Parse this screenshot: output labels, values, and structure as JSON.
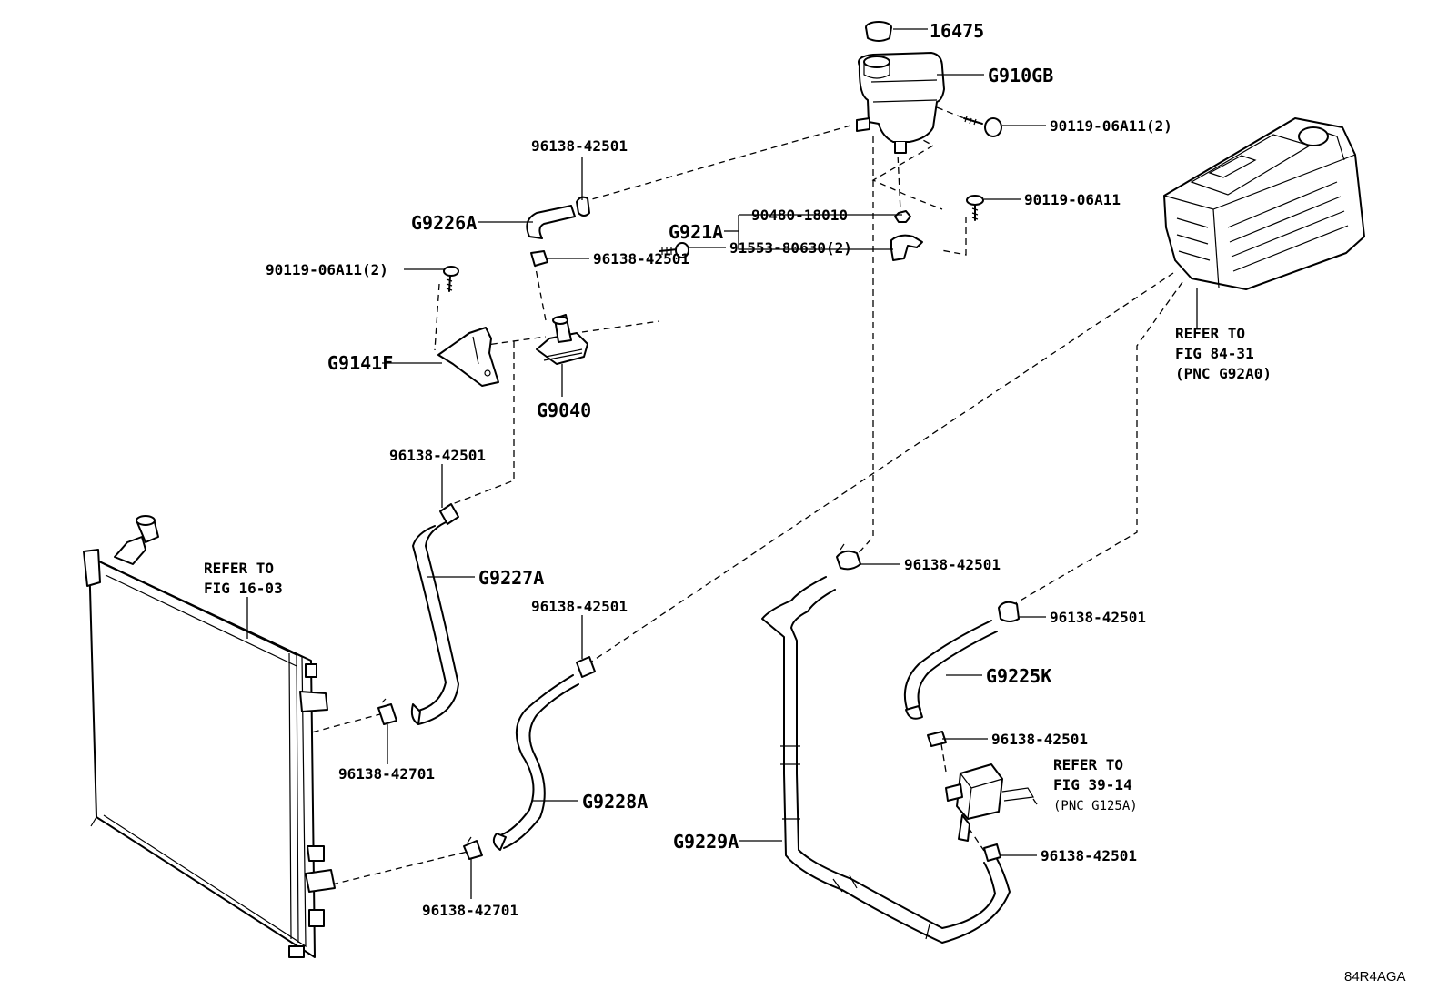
{
  "diagram_id": "84R4AGA",
  "labels": {
    "cap": "16475",
    "reservoir": "G910GB",
    "bolt_reservoir": "90119-06A11(2)",
    "bolt_bracket": "90119-06A11",
    "nut_bracket": "90480-18010",
    "bracket_reservoir": "G921A",
    "clamp_a": "96138-42501",
    "hose_g9226a": "G9226A",
    "clamp_b": "96138-42501",
    "bolt_pump_bracket": "90119-06A11(2)",
    "bolt_pump": "91553-80630(2)",
    "pump_bracket": "G9141F",
    "pump": "G9040",
    "clamp_c": "96138-42501",
    "hose_g9227a": "G9227A",
    "clamp_d": "96138-42501",
    "hose_g9228a": "G9228A",
    "clamp_e": "96138-42501",
    "clamp_f": "96138-42501",
    "hose_g9225k": "G9225K",
    "clamp_g": "96138-42501",
    "clamp_h": "96138-42501",
    "hose_g9229a": "G9229A",
    "clamp_radiator_upper": "96138-42701",
    "clamp_radiator_lower": "96138-42701"
  },
  "refer_inverter": [
    "REFER TO",
    "FIG 84-31",
    "(PNC G92A0)"
  ],
  "refer_radiator": [
    "REFER TO",
    "FIG 16-03"
  ],
  "refer_cooler": [
    "REFER TO",
    "FIG 39-14",
    "(PNC G125A)"
  ]
}
